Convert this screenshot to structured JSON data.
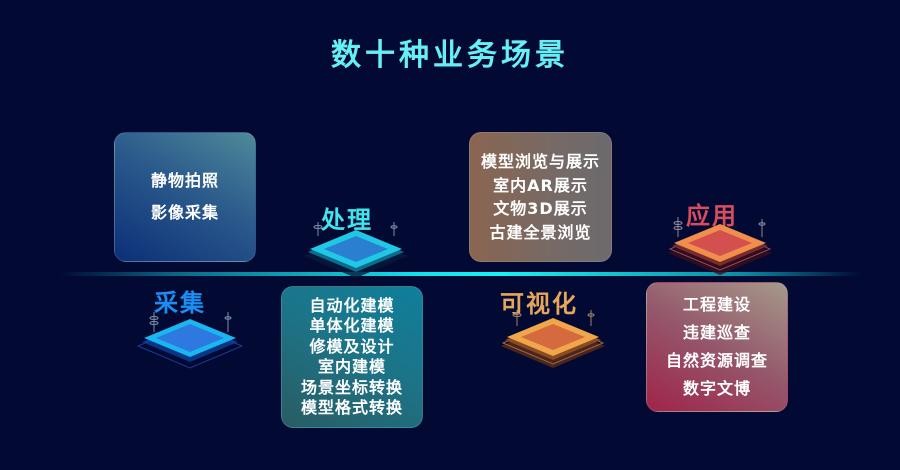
{
  "header": {
    "title": "数十种业务场景"
  },
  "colors": {
    "background": "#020a33",
    "title": "#66f0f5",
    "timeline": "#19f2f5",
    "collect_label": "#1a8ef2",
    "process_label": "#3fe6ee",
    "visual_label": "#e6a55a",
    "app_label": "#d84d5e"
  },
  "stages": [
    {
      "key": "collect",
      "label": "采集",
      "icon": "chip-platform-blue",
      "items": [
        "静物拍照",
        "影像采集"
      ]
    },
    {
      "key": "process",
      "label": "处理",
      "icon": "chip-platform-cyan",
      "items": [
        "自动化建模",
        "单体化建模",
        "修模及设计",
        "室内建模",
        "场景坐标转换",
        "模型格式转换"
      ]
    },
    {
      "key": "visual",
      "label": "可视化",
      "icon": "chip-platform-orange",
      "items": [
        "模型浏览与展示",
        "室内AR展示",
        "文物3D展示",
        "古建全景浏览"
      ]
    },
    {
      "key": "app",
      "label": "应用",
      "icon": "chip-platform-red",
      "items": [
        "工程建设",
        "违建巡查",
        "自然资源调查",
        "数字文博"
      ]
    }
  ]
}
